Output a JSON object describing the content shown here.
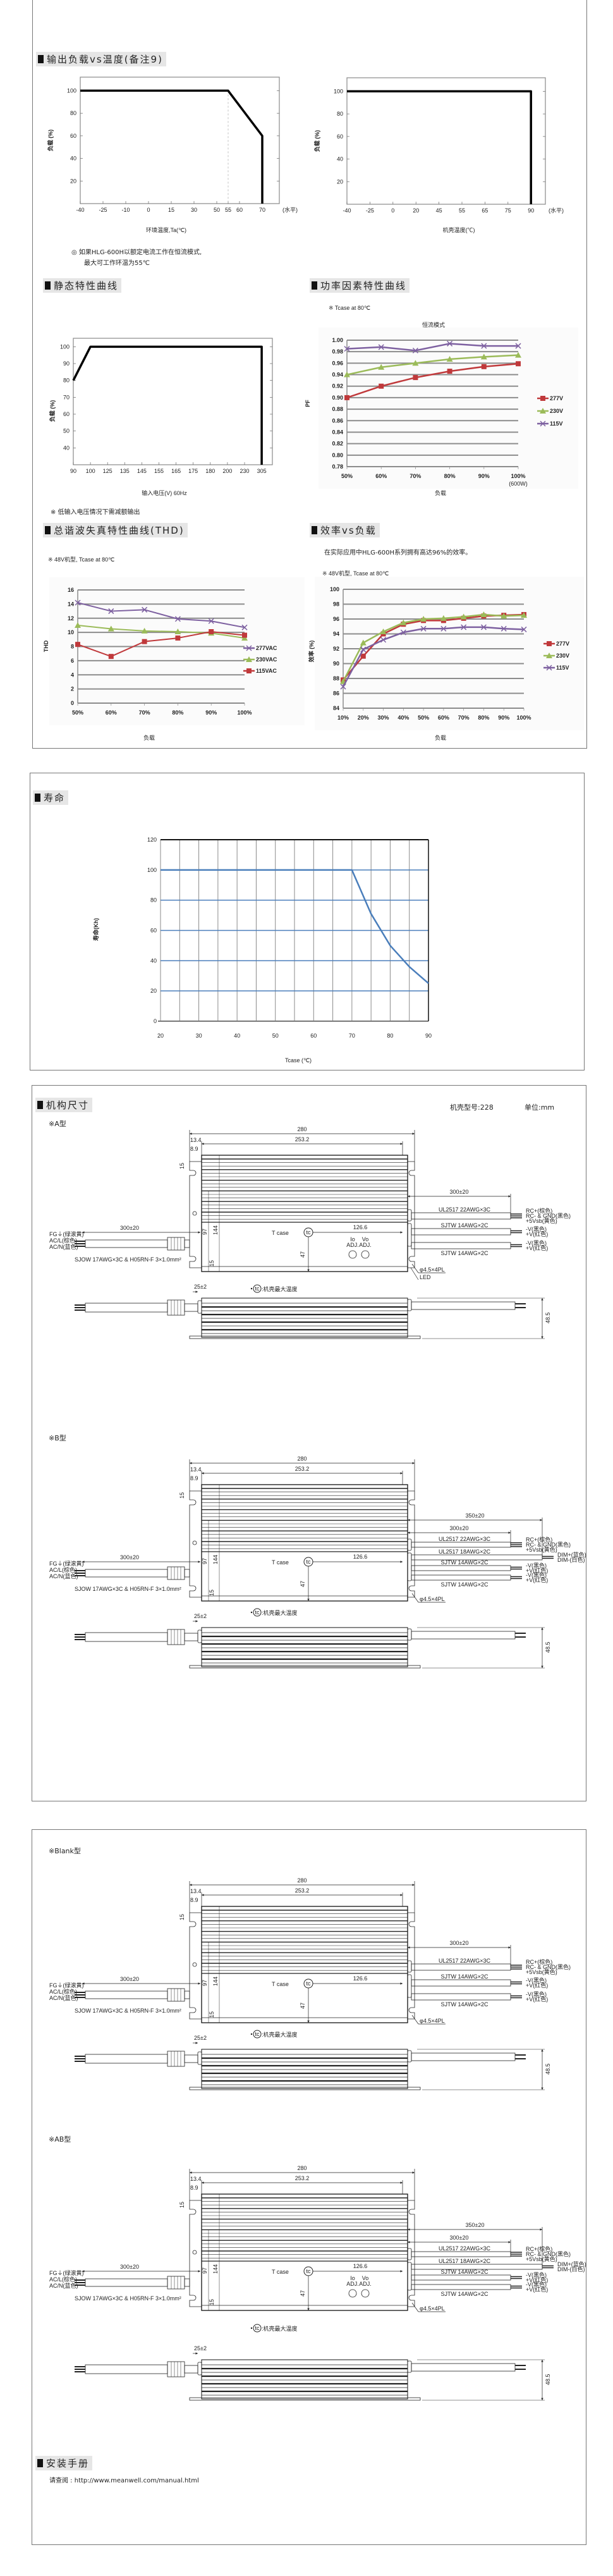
{
  "sections": {
    "derating": {
      "title": "输出负载vs温度(备注9)",
      "note_line1": "◎ 如果HLG-600H以额定电流工作在恒流模式,",
      "note_line2": "最大可工作环温为55℃"
    },
    "static": {
      "title": "静态特性曲线",
      "note": "※ 低输入电压情况下需减额输出"
    },
    "pf": {
      "title": "功率因素特性曲线"
    },
    "thd": {
      "title": "总谐波失真特性曲线(THD)"
    },
    "efficiency": {
      "title": "效率vs负载",
      "intro": "在实际应用中HLG-600H系列拥有高达96%的效率。"
    },
    "life": {
      "title": "寿命"
    },
    "install": {
      "title": "安装手册",
      "text": "请查阅 : http://www.meanwell.com/manual.html"
    }
  },
  "chart_data": [
    {
      "id": "derating-ambient",
      "type": "line",
      "xlabel": "环境温度,Ta(℃)",
      "x_unit": "(水平)",
      "ylabel": "负载 (%)",
      "xticks": [
        -40,
        -25,
        -10,
        0,
        15,
        30,
        50,
        55,
        60,
        70
      ],
      "yticks": [
        20,
        40,
        60,
        80,
        100
      ],
      "ylim": [
        0,
        112
      ],
      "reference_x": 55,
      "grid": false,
      "series": [
        {
          "color": "#000000",
          "x": [
            -40,
            55,
            70,
            70
          ],
          "y": [
            100,
            100,
            60,
            0
          ]
        }
      ]
    },
    {
      "id": "derating-case",
      "type": "line",
      "xlabel": "机壳温度(℃)",
      "x_unit": "(水平)",
      "ylabel": "负载 (%)",
      "xticks": [
        -40,
        -25,
        0,
        20,
        45,
        55,
        65,
        75,
        90
      ],
      "yticks": [
        20,
        40,
        60,
        80,
        100
      ],
      "ylim": [
        0,
        112
      ],
      "grid": false,
      "series": [
        {
          "color": "#000000",
          "x": [
            -40,
            90,
            90
          ],
          "y": [
            100,
            100,
            0
          ]
        }
      ]
    },
    {
      "id": "static",
      "type": "line",
      "xlabel": "输入电压(V) 60Hz",
      "ylabel": "负载 (%)",
      "xticks": [
        90,
        100,
        125,
        135,
        145,
        155,
        165,
        175,
        180,
        200,
        230,
        305
      ],
      "yticks": [
        40,
        50,
        60,
        70,
        80,
        90,
        100
      ],
      "ylim": [
        30,
        105
      ],
      "grid": false,
      "series": [
        {
          "color": "#000000",
          "x": [
            90,
            100,
            305,
            305
          ],
          "y": [
            80,
            100,
            100,
            30
          ]
        }
      ]
    },
    {
      "id": "power-factor",
      "type": "line",
      "note": "※ Tcase at 80℃",
      "subtitle": "恒流模式",
      "xlabel": "负载",
      "ylabel": "PF",
      "x_last_note": "(600W)",
      "categories": [
        "50%",
        "60%",
        "70%",
        "80%",
        "90%",
        "100%"
      ],
      "yticks": [
        "0.78",
        "0.80",
        "0.82",
        "0.84",
        "0.86",
        "0.88",
        "0.90",
        "0.92",
        "0.94",
        "0.96",
        "0.98",
        "1.00"
      ],
      "ylim": [
        0.78,
        1.0
      ],
      "grid": true,
      "legend": "right",
      "series": [
        {
          "name": "277V",
          "color": "#c0393b",
          "marker": "square",
          "values": [
            0.9,
            0.92,
            0.935,
            0.946,
            0.954,
            0.959
          ]
        },
        {
          "name": "230V",
          "color": "#9bbb59",
          "marker": "triangle",
          "values": [
            0.94,
            0.953,
            0.96,
            0.967,
            0.971,
            0.974
          ]
        },
        {
          "name": "115V",
          "color": "#7d60a0",
          "marker": "x",
          "values": [
            0.985,
            0.988,
            0.982,
            0.994,
            0.99,
            0.99
          ]
        }
      ]
    },
    {
      "id": "thd",
      "type": "line",
      "note": "※ 48V机型, Tcase at 80℃",
      "xlabel": "负载",
      "ylabel": "THD",
      "categories": [
        "50%",
        "60%",
        "70%",
        "80%",
        "90%",
        "100%"
      ],
      "yticks": [
        0,
        2,
        4,
        6,
        8,
        10,
        12,
        14,
        16
      ],
      "ylim": [
        0,
        16
      ],
      "grid": true,
      "legend": "right",
      "series": [
        {
          "name": "277VAC",
          "color": "#7d60a0",
          "marker": "x",
          "values": [
            14.2,
            13.0,
            13.2,
            11.9,
            11.6,
            10.7
          ]
        },
        {
          "name": "230VAC",
          "color": "#9bbb59",
          "marker": "triangle",
          "values": [
            11.0,
            10.5,
            10.2,
            10.1,
            9.9,
            9.2
          ]
        },
        {
          "name": "115VAC",
          "color": "#c0393b",
          "marker": "square",
          "values": [
            8.3,
            6.6,
            8.7,
            9.2,
            10.1,
            9.6
          ]
        }
      ]
    },
    {
      "id": "efficiency",
      "type": "line",
      "note": "※ 48V机型, Tcase at 80℃",
      "xlabel": "负载",
      "ylabel": "效率 (%)",
      "categories": [
        "10%",
        "20%",
        "30%",
        "40%",
        "50%",
        "60%",
        "70%",
        "80%",
        "90%",
        "100%"
      ],
      "yticks": [
        84,
        86,
        88,
        90,
        92,
        94,
        96,
        98,
        100
      ],
      "ylim": [
        84,
        100
      ],
      "grid": true,
      "legend": "right",
      "series": [
        {
          "name": "277V",
          "color": "#c0393b",
          "marker": "square",
          "values": [
            87.8,
            91.0,
            94.0,
            95.3,
            95.8,
            95.8,
            96.1,
            96.4,
            96.5,
            96.6
          ]
        },
        {
          "name": "230V",
          "color": "#9bbb59",
          "marker": "triangle",
          "values": [
            87.6,
            92.8,
            94.3,
            95.5,
            96.0,
            96.1,
            96.3,
            96.6,
            96.4,
            96.5
          ]
        },
        {
          "name": "115V",
          "color": "#7d60a0",
          "marker": "x",
          "values": [
            86.9,
            91.9,
            93.2,
            94.2,
            94.7,
            94.7,
            94.9,
            94.9,
            94.7,
            94.6
          ]
        }
      ]
    },
    {
      "id": "lifetime",
      "type": "line",
      "xlabel": "Tcase (℃)",
      "ylabel": "寿命(Kh)",
      "xticks": [
        20,
        30,
        40,
        50,
        60,
        70,
        80,
        90
      ],
      "yticks": [
        0,
        20,
        40,
        60,
        80,
        100,
        120
      ],
      "ylim": [
        0,
        120
      ],
      "xlim": [
        20,
        90
      ],
      "grid": true,
      "series": [
        {
          "color": "#4a7ebb",
          "x": [
            20,
            70,
            75,
            80,
            85,
            90
          ],
          "y": [
            100,
            100,
            71,
            50,
            36,
            25
          ]
        }
      ]
    }
  ],
  "mechanical": {
    "title": "机构尺寸",
    "case_no": "机壳型号:228",
    "unit": "单位:mm",
    "dims": {
      "overall_length": "280",
      "body_length": "253.2",
      "flange_offset": "13.4",
      "slot_offset": "8.9",
      "slot_pitch": "15",
      "inner_width": "97",
      "body_width": "144",
      "tcase_x": "126.6",
      "tcase_y": "47",
      "gland": "25±2",
      "height": "48.5",
      "mount_holes": "φ4.5×4PL"
    },
    "input": {
      "wires": [
        "FG⏚(绿滚黄)",
        "AC/L(棕色)",
        "AC/N(蓝色)"
      ],
      "length": "300±20",
      "cable": "SJOW 17AWG×3C & H05RN-F 3×1.0mm²"
    },
    "tcase_label": "T case",
    "tc_symbol": "tc",
    "tc_note": ":机壳最大温度",
    "adj": {
      "io": "Io",
      "vo": "Vo",
      "adj": "ADJ."
    },
    "led": "LED",
    "variants": [
      {
        "id": "a",
        "label": "※A型",
        "adj": true,
        "led": true,
        "out_lengths": [
          "300±20"
        ],
        "cables": [
          {
            "spec": "UL2517 22AWG×3C",
            "wires": [
              "RC+(棕色)",
              "RC- & GND(黑色)",
              "+5Vsb(黄色)"
            ]
          },
          {
            "spec": "SJTW 14AWG×2C",
            "wires": [
              "-V(黑色)",
              "+V(红色)"
            ]
          },
          {
            "spec": "SJTW 14AWG×2C",
            "wires": [
              "-V(黑色)",
              "+V(红色)"
            ]
          }
        ]
      },
      {
        "id": "b",
        "label": "※B型",
        "adj": false,
        "led": false,
        "out_lengths": [
          "350±20",
          "300±20"
        ],
        "cables": [
          {
            "spec": "UL2517 22AWG×3C",
            "wires": [
              "RC+(棕色)",
              "RC- & GND(黑色)",
              "+5Vsb(黄色)"
            ]
          },
          {
            "spec": "UL2517 18AWG×2C",
            "wires": [
              "DIM+(蓝色)",
              "DIM-(白色)"
            ],
            "long": true
          },
          {
            "spec": "SJTW 14AWG×2C",
            "wires": [
              "-V(黑色)",
              "+V(红色)"
            ],
            "small": true
          },
          {
            "spec": "SJTW 14AWG×2C",
            "wires": [
              "-V(黑色)",
              "+V(红色)"
            ]
          }
        ]
      },
      {
        "id": "blank",
        "label": "※Blank型",
        "adj": false,
        "led": false,
        "out_lengths": [
          "300±20"
        ],
        "cables": [
          {
            "spec": "UL2517 22AWG×3C",
            "wires": [
              "RC+(棕色)",
              "RC- & GND(黑色)",
              "+5Vsb(黄色)"
            ]
          },
          {
            "spec": "SJTW 14AWG×2C",
            "wires": [
              "-V(黑色)",
              "+V(红色)"
            ]
          },
          {
            "spec": "SJTW 14AWG×2C",
            "wires": [
              "-V(黑色)",
              "+V(红色)"
            ]
          }
        ]
      },
      {
        "id": "ab",
        "label": "※AB型",
        "adj": true,
        "led": false,
        "out_lengths": [
          "350±20",
          "300±20"
        ],
        "cables": [
          {
            "spec": "UL2517 22AWG×3C",
            "wires": [
              "RC+(棕色)",
              "RC- & GND(黑色)",
              "+5Vsb(黄色)"
            ]
          },
          {
            "spec": "UL2517 18AWG×2C",
            "wires": [
              "DIM+(蓝色)",
              "DIM-(白色)"
            ],
            "long": true
          },
          {
            "spec": "SJTW 14AWG×2C",
            "wires": [
              "-V(黑色)",
              "+V(红色)"
            ],
            "small": true
          },
          {
            "spec": "SJTW 14AWG×2C",
            "wires": [
              "-V(黑色)",
              "+V(红色)"
            ]
          }
        ]
      }
    ]
  }
}
